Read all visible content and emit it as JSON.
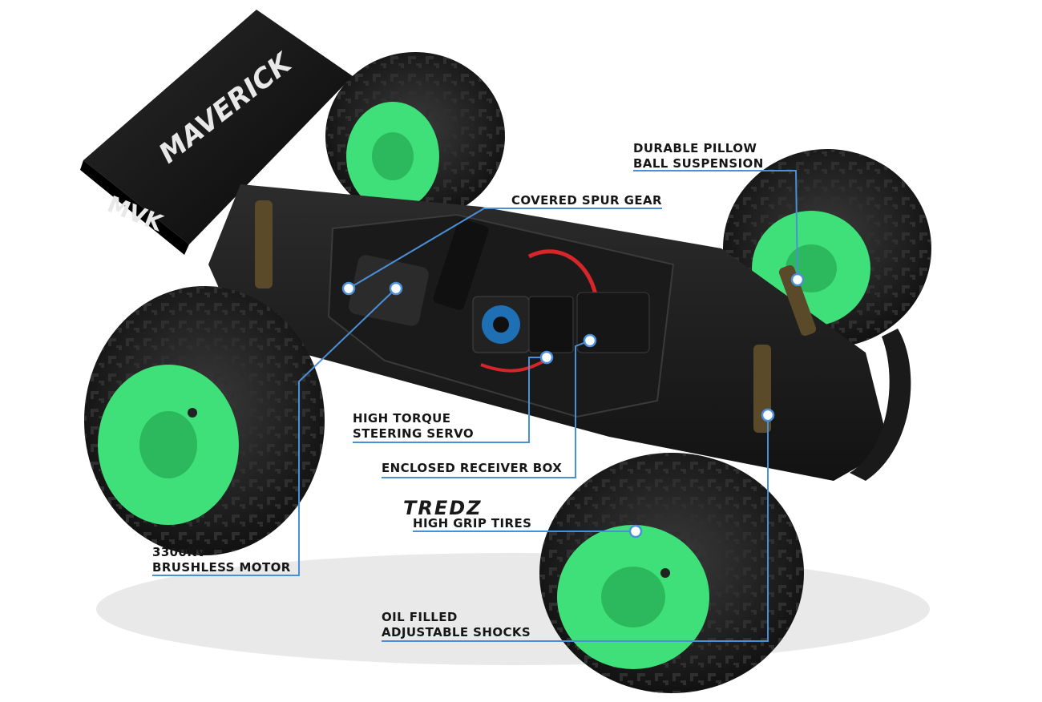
{
  "accent_color": "#4a90d9",
  "wheel_color": "#3fe07a",
  "logos": {
    "wing_logo": "MAVERICK",
    "wing_badge": "MVK",
    "tire_brand": "TREDZ"
  },
  "callouts": {
    "spur_gear": {
      "line1": "COVERED SPUR GEAR"
    },
    "pillow_ball": {
      "line1": "DURABLE PILLOW",
      "line2": "BALL SUSPENSION"
    },
    "servo": {
      "line1": "HIGH TORQUE",
      "line2": "STEERING SERVO"
    },
    "receiver_box": {
      "line1": "ENCLOSED RECEIVER BOX"
    },
    "tires": {
      "line1": "HIGH GRIP TIRES"
    },
    "motor": {
      "line1": "3300KV",
      "line2": "BRUSHLESS MOTOR"
    },
    "shocks": {
      "line1": "OIL FILLED",
      "line2": "ADJUSTABLE SHOCKS"
    }
  }
}
